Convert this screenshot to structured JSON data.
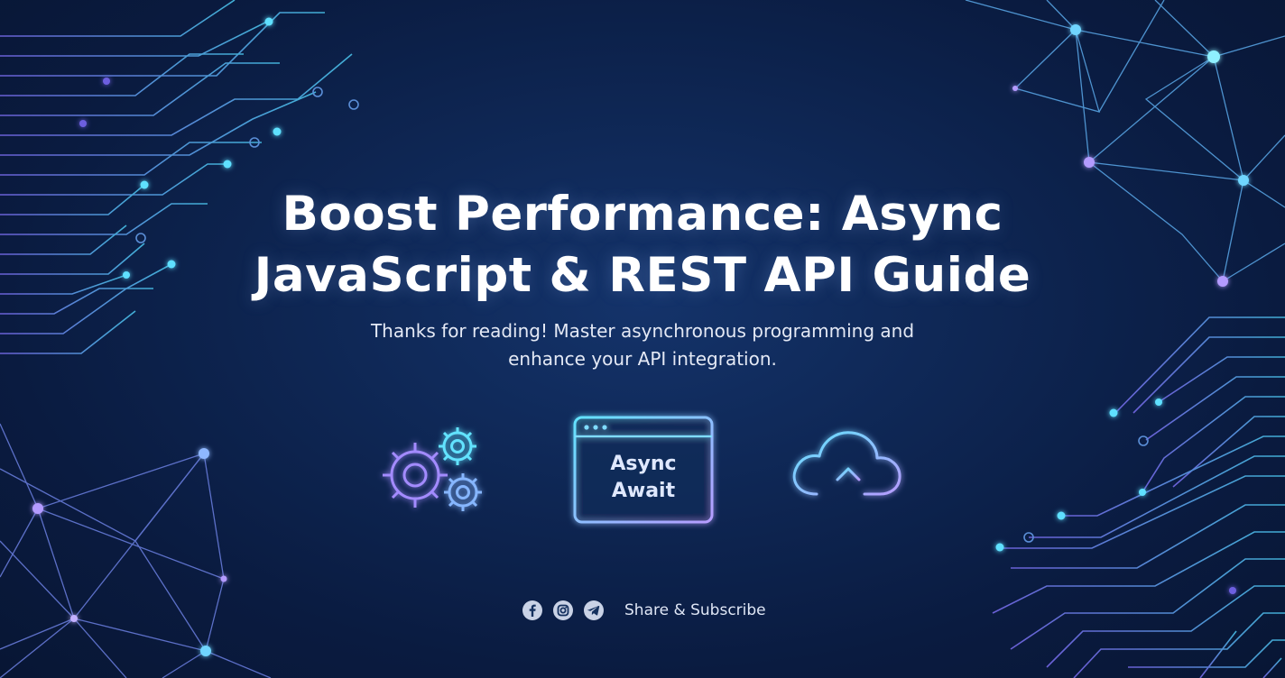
{
  "headline": {
    "line1": "Boost Performance: Async",
    "line2": "JavaScript & REST API Guide"
  },
  "subtitle": {
    "line1": "Thanks for reading! Master asynchronous programming and",
    "line2": "enhance your API integration."
  },
  "diagram": {
    "window_line1": "Async",
    "window_line2": "Await",
    "left_icon": "gears-icon",
    "right_icon": "cloud-upload-icon"
  },
  "footer": {
    "icons": [
      "facebook-icon",
      "instagram-icon",
      "telegram-icon"
    ],
    "share_label": "Share & Subscribe"
  },
  "colors": {
    "background": "#0e2653",
    "glow_cyan": "#5ee0ff",
    "glow_violet": "#a78bfa",
    "text": "#ffffff"
  }
}
